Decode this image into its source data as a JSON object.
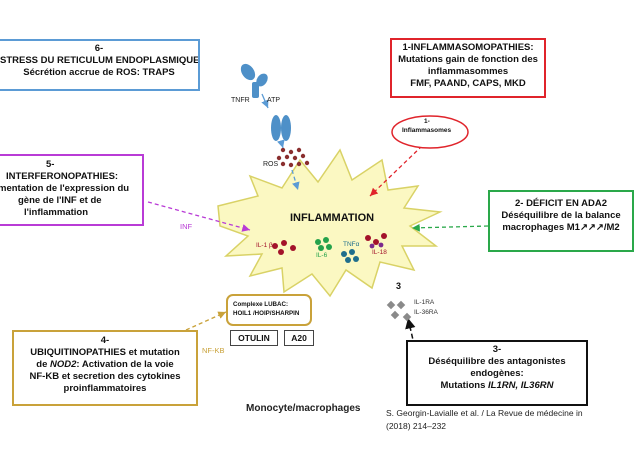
{
  "boxes": {
    "stress": {
      "title": "6-",
      "line1": "STRESS DU RETICULUM ENDOPLASMIQUE:",
      "line2": "Sécrétion accrue de ROS: TRAPS"
    },
    "inflammasomopathies": {
      "line1": "1-INFLAMMASOMOPATHIES:",
      "line2": "Mutations gain de fonction des",
      "line3": "inflammasommes",
      "line4": "FMF, PAAND, CAPS, MKD"
    },
    "interferonopathies": {
      "title": "5-",
      "line1": "INTERFERONOPATHIES:",
      "line2": "mentation de l'expression du",
      "line3": "gène de l'INF et de",
      "line4": "l'inflammation"
    },
    "ada2": {
      "line1": "2- DÉFICIT EN ADA2",
      "line2": "Déséquilibre de la balance",
      "line3": "macrophages M1↗↗↗/M2"
    },
    "ubiquitin": {
      "title": "4-",
      "line1": "UBIQUITINOPATHIES et mutation",
      "line2_pre": "de ",
      "line2_em": "NOD2",
      "line2_post": ": Activation de la voie",
      "line3": "NF-KB et secretion des cytokines",
      "line4": "proinflammatoires"
    },
    "antagonists": {
      "title": "3-",
      "line1": "Déséquilibre des antagonistes",
      "line2": "endogènes:",
      "line3_pre": "Mutations ",
      "line3_em": "IL1RN, IL36RN"
    },
    "lubac": {
      "line1": "Complexe LUBAC:",
      "line2": "HOIL1 /HOIP/SHARPIN"
    },
    "otulin": "OTULIN",
    "a20": "A20"
  },
  "labels": {
    "inflammation": "INFLAMMATION",
    "inflammasomes_num": "1-",
    "inflammasomes": "Inflammasomes",
    "tnfr": "TNFR",
    "atp": "ATP",
    "ros": "ROS",
    "inf": "INF",
    "nfkb": "NF-KB",
    "il1b_left": "IL-1 β",
    "il6": "IL-6",
    "tnfa": "TNFα",
    "il18": "IL-18",
    "antag_num": "3",
    "il1ra": "IL-1RA",
    "il36ra": "IL-36RA",
    "monocyte": "Monocyte/macrophages",
    "citation1": "S. Georgin-Lavialle et al. / La Revue de médecine in",
    "citation2": "(2018) 214–232"
  },
  "colors": {
    "blue": "#5b9bd5",
    "red": "#e0242b",
    "purple": "#b93bd6",
    "green": "#2aa84a",
    "gold": "#c9a23a",
    "black": "#111111",
    "star_fill": "#fbf8c2",
    "star_stroke": "#d9d266",
    "receptor": "#4e90c8",
    "ros_dot": "#8a2e2e",
    "cytokine_red": "#a3122a",
    "cytokine_green": "#24a24b",
    "cytokine_teal": "#1f6e8c",
    "diamond_gray": "#8a8a8a"
  }
}
